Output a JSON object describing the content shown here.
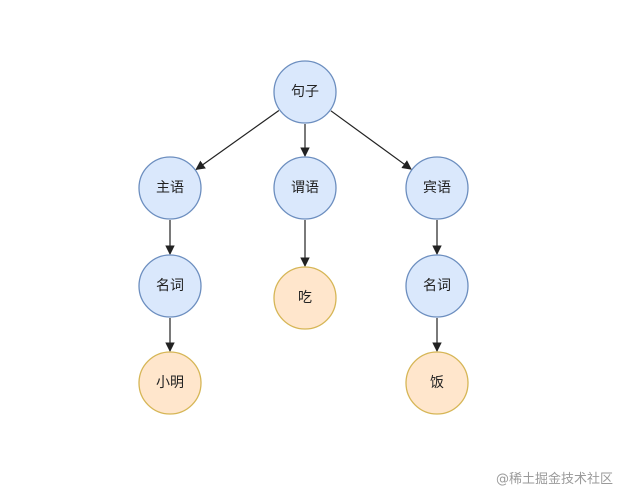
{
  "diagram": {
    "nodes": [
      {
        "id": "root",
        "label": "句子",
        "kind": "phrase"
      },
      {
        "id": "subject",
        "label": "主语",
        "kind": "phrase"
      },
      {
        "id": "predicate",
        "label": "谓语",
        "kind": "phrase"
      },
      {
        "id": "object",
        "label": "宾语",
        "kind": "phrase"
      },
      {
        "id": "noun1",
        "label": "名词",
        "kind": "phrase"
      },
      {
        "id": "verb",
        "label": "吃",
        "kind": "word"
      },
      {
        "id": "noun2",
        "label": "名词",
        "kind": "phrase"
      },
      {
        "id": "word1",
        "label": "小明",
        "kind": "word"
      },
      {
        "id": "word3",
        "label": "饭",
        "kind": "word"
      }
    ],
    "edges": [
      {
        "from": "root",
        "to": "subject"
      },
      {
        "from": "root",
        "to": "predicate"
      },
      {
        "from": "root",
        "to": "object"
      },
      {
        "from": "subject",
        "to": "noun1"
      },
      {
        "from": "predicate",
        "to": "verb"
      },
      {
        "from": "object",
        "to": "noun2"
      },
      {
        "from": "noun1",
        "to": "word1"
      },
      {
        "from": "noun2",
        "to": "word3"
      }
    ],
    "colors": {
      "phrase_fill": "#dae8fc",
      "phrase_stroke": "#6c8ebf",
      "word_fill": "#ffe6cc",
      "word_stroke": "#d6b656",
      "edge": "#222222"
    }
  },
  "watermark": "@稀土掘金技术社区"
}
